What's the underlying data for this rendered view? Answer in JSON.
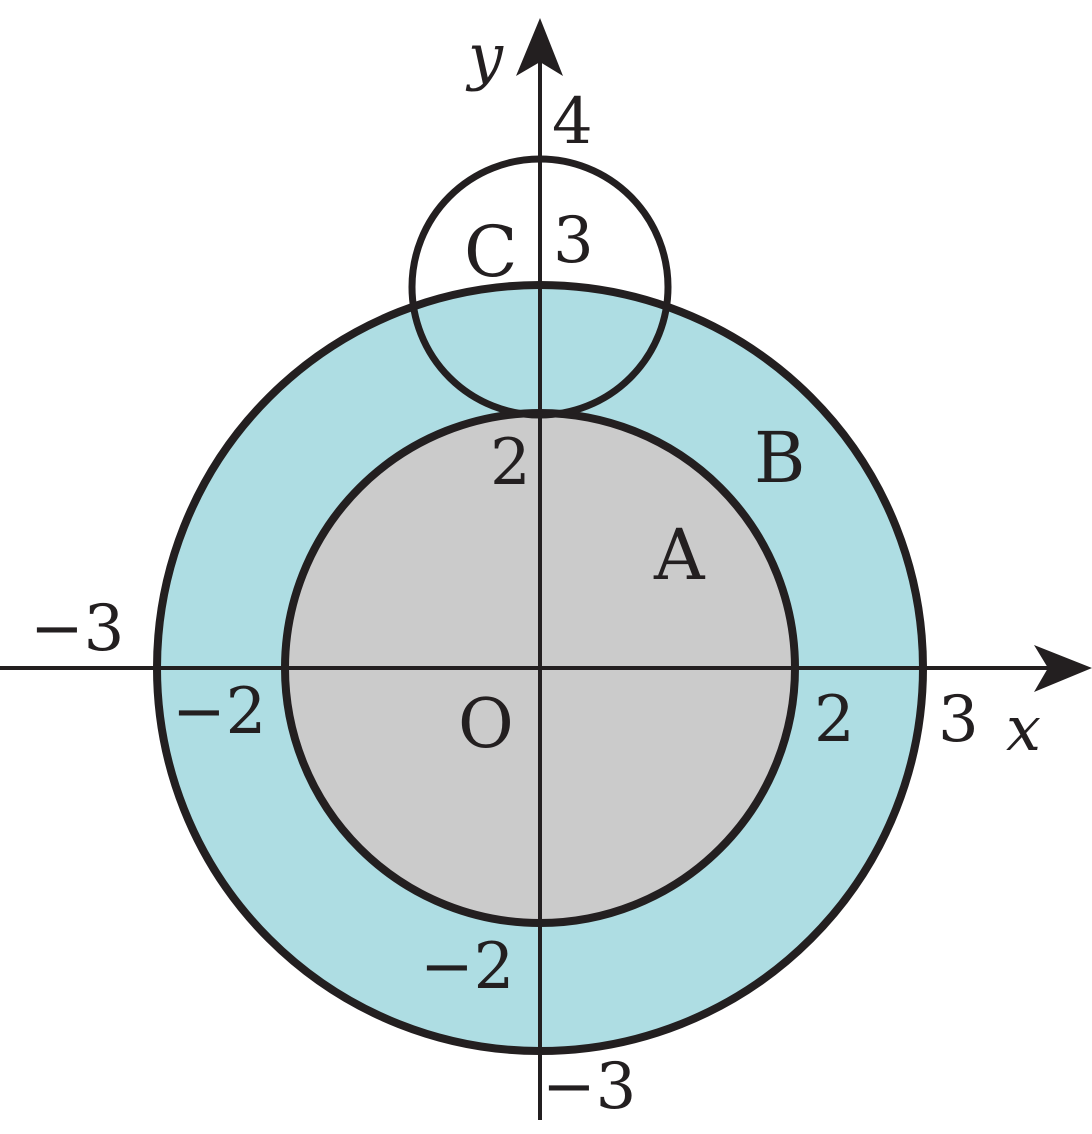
{
  "diagram": {
    "axes": {
      "x_name": "x",
      "y_name": "y",
      "origin_label": "O"
    },
    "ticks": {
      "x": [
        {
          "value": -3,
          "text": "−3"
        },
        {
          "value": -2,
          "text": "−2"
        },
        {
          "value": 2,
          "text": "2"
        },
        {
          "value": 3,
          "text": "3"
        }
      ],
      "y": [
        {
          "value": 4,
          "text": "4"
        },
        {
          "value": 3,
          "text": "3"
        },
        {
          "value": 2,
          "text": "2"
        },
        {
          "value": -2,
          "text": "−2"
        },
        {
          "value": -3,
          "text": "−3"
        }
      ]
    },
    "regions": [
      {
        "label": "A",
        "shape": "disk",
        "center": [
          0,
          0
        ],
        "radius": 2,
        "fill": "#cbcbcb"
      },
      {
        "label": "B",
        "shape": "annulus",
        "center": [
          0,
          0
        ],
        "inner_radius": 2,
        "outer_radius": 3,
        "fill": "#aedde3"
      },
      {
        "label": "C",
        "shape": "circle",
        "center": [
          0,
          3
        ],
        "radius": 1,
        "fill": "none"
      }
    ],
    "colors": {
      "stroke": "#231f20",
      "region_a": "#cbcbcb",
      "region_b": "#aedde3"
    }
  }
}
